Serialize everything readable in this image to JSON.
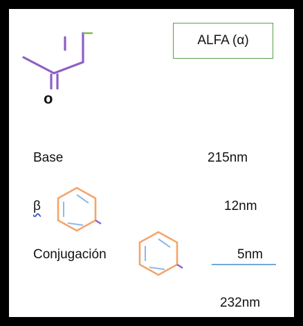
{
  "alfa_label": "ALFA (α)",
  "molecule": {
    "oxygen_label": "o"
  },
  "rows": [
    {
      "label": "Base",
      "value": "215nm"
    },
    {
      "label": "β",
      "value": "12nm"
    },
    {
      "label": "Conjugación",
      "value": "5nm"
    }
  ],
  "total": "232nm",
  "colors": {
    "frame": "#000000",
    "box_border": "#5a9e46",
    "bond_purple": "#8e5fc4",
    "bond_green": "#76c043",
    "ring_orange": "#f4a46a",
    "ring_inner_blue": "#8fb8e6",
    "sum_line": "#6fa8dc"
  }
}
